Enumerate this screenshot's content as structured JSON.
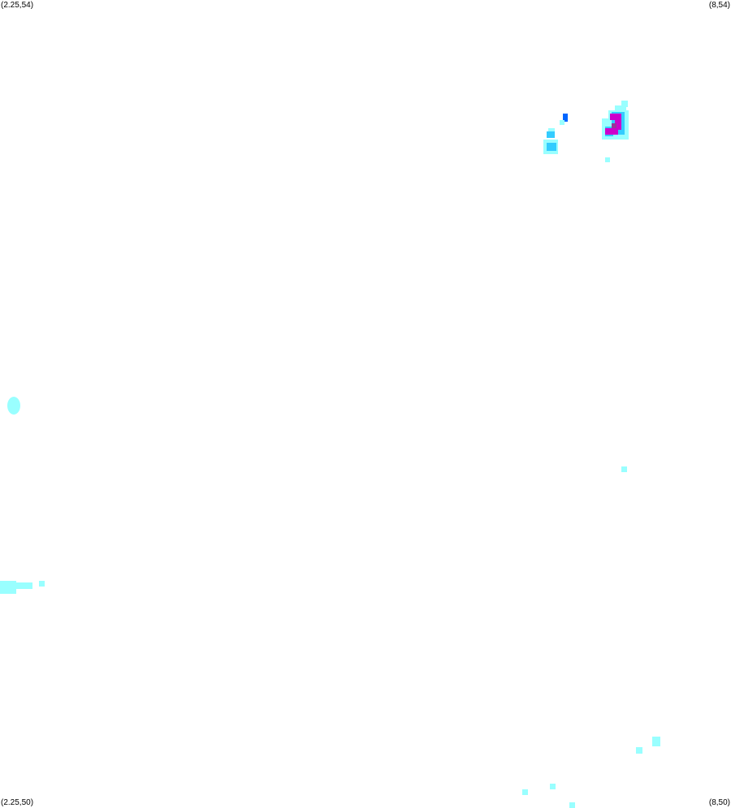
{
  "corners": {
    "top_left": "(2.25,54)",
    "top_right": "(8,54)",
    "bottom_left": "(2.25,50)",
    "bottom_right": "(8,50)"
  },
  "colors": {
    "background": "#ffffff",
    "light": "#99ffff",
    "medium": "#33ccff",
    "strong": "#0066ff",
    "intense": "#cc00cc",
    "extreme": "#993399"
  }
}
